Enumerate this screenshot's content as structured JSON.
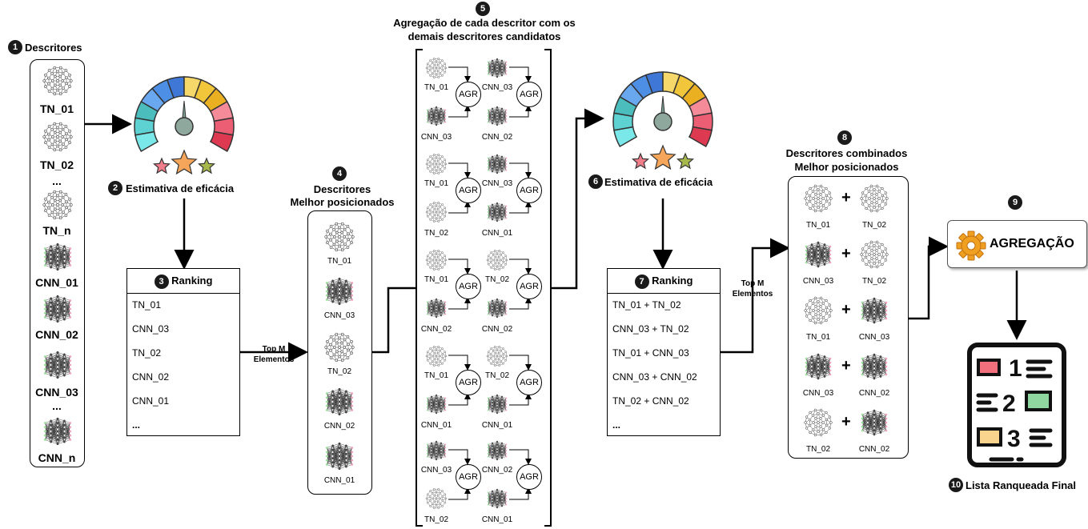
{
  "steps": {
    "s1": "1",
    "s2": "2",
    "s3": "3",
    "s4": "4",
    "s5": "5",
    "s6": "6",
    "s7": "7",
    "s8": "8",
    "s9": "9",
    "s10": "10"
  },
  "descriptors": {
    "title": "Descritores",
    "items": [
      "TN_01",
      "TN_02",
      "...",
      "TN_n",
      "CNN_01",
      "CNN_02",
      "CNN_03",
      "...",
      "CNN_n"
    ]
  },
  "estimate1": {
    "label": "Estimativa de eficácia"
  },
  "ranking1": {
    "title": "Ranking",
    "rows": [
      "TN_01",
      "CNN_03",
      "TN_02",
      "CNN_02",
      "CNN_01",
      "..."
    ]
  },
  "topm1": {
    "line1": "Top M",
    "line2": "Elementos"
  },
  "best": {
    "title1": "Descritores",
    "title2": "Melhor posicionados",
    "items": [
      "TN_01",
      "CNN_03",
      "TN_02",
      "CNN_02",
      "CNN_01"
    ]
  },
  "aggregation_each": {
    "title1": "Agregação de cada descritor com os",
    "title2": "demais descritores candidatos",
    "agr": "AGR",
    "pairs": [
      [
        "TN_01",
        "CNN_03"
      ],
      [
        "CNN_03",
        "CNN_02"
      ],
      [
        "TN_01",
        "TN_02"
      ],
      [
        "CNN_03",
        "CNN_01"
      ],
      [
        "TN_01",
        "CNN_02"
      ],
      [
        "TN_02",
        "CNN_02"
      ],
      [
        "TN_01",
        "CNN_01"
      ],
      [
        "TN_02",
        "CNN_01"
      ],
      [
        "CNN_03",
        "TN_02"
      ],
      [
        "CNN_02",
        "CNN_01"
      ]
    ]
  },
  "estimate2": {
    "label": "Estimativa de eficácia"
  },
  "ranking2": {
    "title": "Ranking",
    "rows": [
      "TN_01 + TN_02",
      "CNN_03 + TN_02",
      "TN_01 + CNN_03",
      "CNN_03 + CNN_02",
      "TN_02 + CNN_02",
      "..."
    ]
  },
  "topm2": {
    "line1": "Top M",
    "line2": "Elementos"
  },
  "combined": {
    "title1": "Descritores combinados",
    "title2": "Melhor posicionados",
    "plus": "+",
    "pairs": [
      [
        "TN_01",
        "TN_02"
      ],
      [
        "CNN_03",
        "TN_02"
      ],
      [
        "TN_01",
        "CNN_03"
      ],
      [
        "CNN_03",
        "CNN_02"
      ],
      [
        "TN_02",
        "CNN_02"
      ]
    ]
  },
  "aggregation": {
    "label": "AGREGAÇÃO"
  },
  "final": {
    "label": "Lista Ranqueada Final",
    "numbers": [
      "1",
      "2",
      "3"
    ]
  },
  "colors": {
    "tn": "#444444",
    "cnn": "#333333",
    "list_red": "#f2707e",
    "list_green": "#8fd6a0",
    "list_yellow": "#f8d48c"
  }
}
